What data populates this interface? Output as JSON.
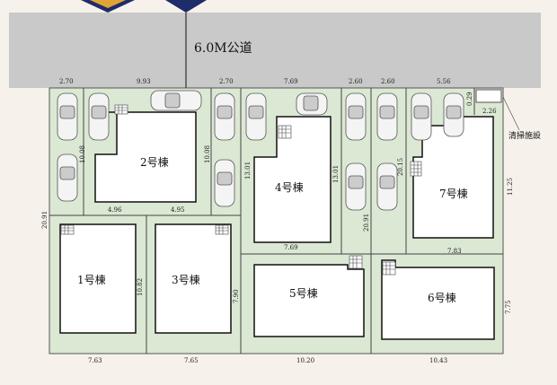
{
  "road": {
    "label": "6.0M公道"
  },
  "facility": {
    "label": "清掃施設"
  },
  "buildings": [
    {
      "id": "b1",
      "label": "1号棟"
    },
    {
      "id": "b2",
      "label": "2号棟"
    },
    {
      "id": "b3",
      "label": "3号棟"
    },
    {
      "id": "b4",
      "label": "4号棟"
    },
    {
      "id": "b5",
      "label": "5号棟"
    },
    {
      "id": "b6",
      "label": "6号棟"
    },
    {
      "id": "b7",
      "label": "7号棟"
    }
  ],
  "dimensions": {
    "top": [
      "2.70",
      "9.93",
      "2.70",
      "7.69",
      "2.60",
      "2.60",
      "5.56",
      "0.29"
    ],
    "b2_left": "10.08",
    "b2_right": "10.08",
    "b2_bottom_left": "4.96",
    "b2_bottom_right": "4.95",
    "b4_left": "13.01",
    "b4_right": "13.01",
    "b4_bottom": "7.69",
    "lot1_left": "20.91",
    "lot5_left": "20.91",
    "b6_right_top": "20.15",
    "b7_right": "2.26",
    "b7_height": "11.25",
    "b7_bottom": "7.83",
    "b6_height": "7.75",
    "b3_b5_between": "10.82",
    "b3_b5_left": "7.90",
    "bottom": [
      "7.63",
      "7.65",
      "10.20",
      "10.43"
    ]
  }
}
